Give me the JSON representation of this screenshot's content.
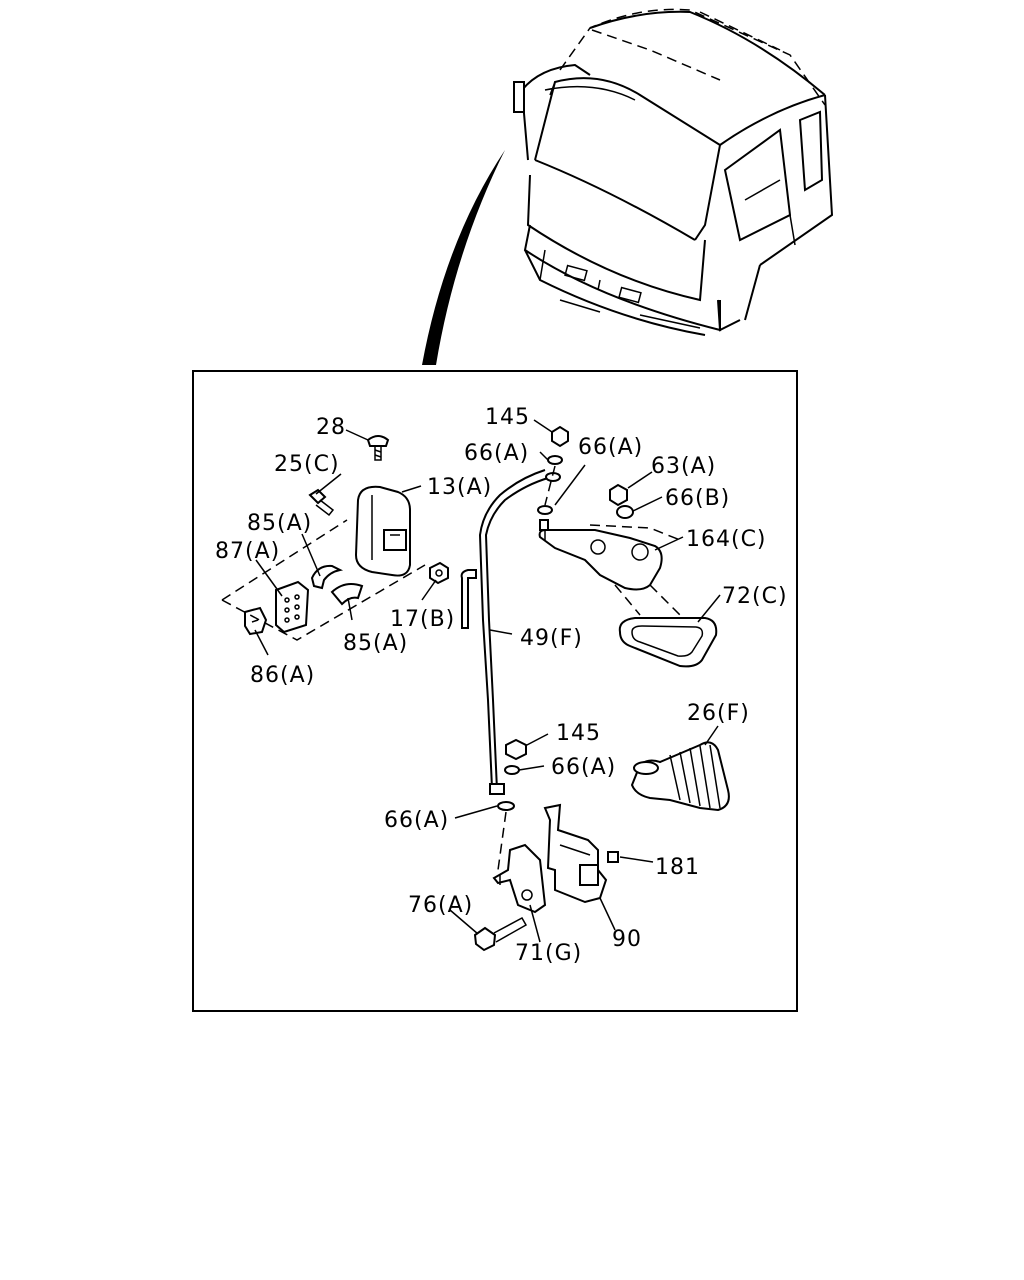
{
  "labels": {
    "l28": "28",
    "l25c": "25(C)",
    "l13a": "13(A)",
    "l85a_top": "85(A)",
    "l87a": "87(A)",
    "l17b": "17(B)",
    "l85a_bot": "85(A)",
    "l86a": "86(A)",
    "l145_top": "145",
    "l66a_1": "66(A)",
    "l66a_2": "66(A)",
    "l63a": "63(A)",
    "l66b": "66(B)",
    "l164c": "164(C)",
    "l72c": "72(C)",
    "l49f": "49(F)",
    "l145_bot": "145",
    "l66a_3": "66(A)",
    "l26f": "26(F)",
    "l66a_4": "66(A)",
    "l181": "181",
    "l76a": "76(A)",
    "l71g": "71(G)",
    "l90": "90"
  }
}
